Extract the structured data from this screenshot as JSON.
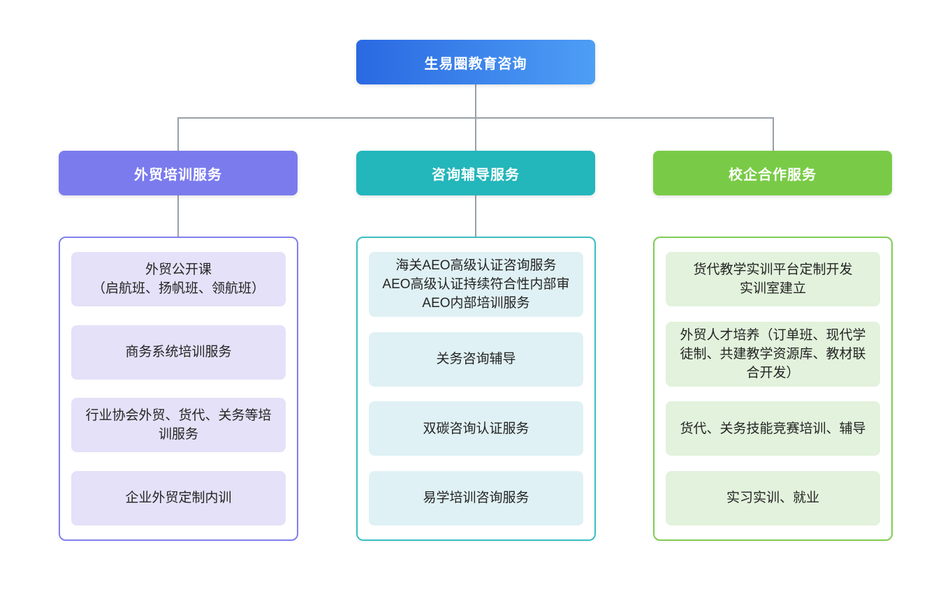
{
  "chart_data": {
    "type": "table",
    "title": "生易圈教育咨询",
    "layout": "org-chart, 1 root with 3 branches, each branch has a header and 4 leaf items"
  },
  "root": {
    "label": "生易圈教育咨询",
    "gradient_start": "#2a69e2",
    "gradient_end": "#4d9ef5"
  },
  "connector_color": "#97a0a8",
  "branches": [
    {
      "title": "外贸培训服务",
      "accent": "#7b7bee",
      "border": "#817ff0",
      "item_bg": "#e4e1f8",
      "items": [
        {
          "text": "外贸公开课\n（启航班、扬帆班、领航班）"
        },
        {
          "text": "商务系统培训服务"
        },
        {
          "text": "行业协会外贸、货代、关务等培训服务"
        },
        {
          "text": "企业外贸定制内训"
        }
      ]
    },
    {
      "title": "咨询辅导服务",
      "accent": "#23b6bb",
      "border": "#3bbec3",
      "item_bg": "#dff1f4",
      "items": [
        {
          "text": "海关AEO高级认证咨询服务\nAEO高级认证持续符合性内部审\nAEO内部培训服务"
        },
        {
          "text": "关务咨询辅导"
        },
        {
          "text": "双碳咨询认证服务"
        },
        {
          "text": "易学培训咨询服务"
        }
      ]
    },
    {
      "title": "校企合作服务",
      "accent": "#79cb47",
      "border": "#7fcd52",
      "item_bg": "#e2f2dc",
      "items": [
        {
          "text": "货代教学实训平台定制开发\n实训室建立"
        },
        {
          "text": "外贸人才培养（订单班、现代学徒制、共建教学资源库、教材联合开发）"
        },
        {
          "text": "货代、关务技能竞赛培训、辅导"
        },
        {
          "text": "实习实训、就业"
        }
      ]
    }
  ]
}
